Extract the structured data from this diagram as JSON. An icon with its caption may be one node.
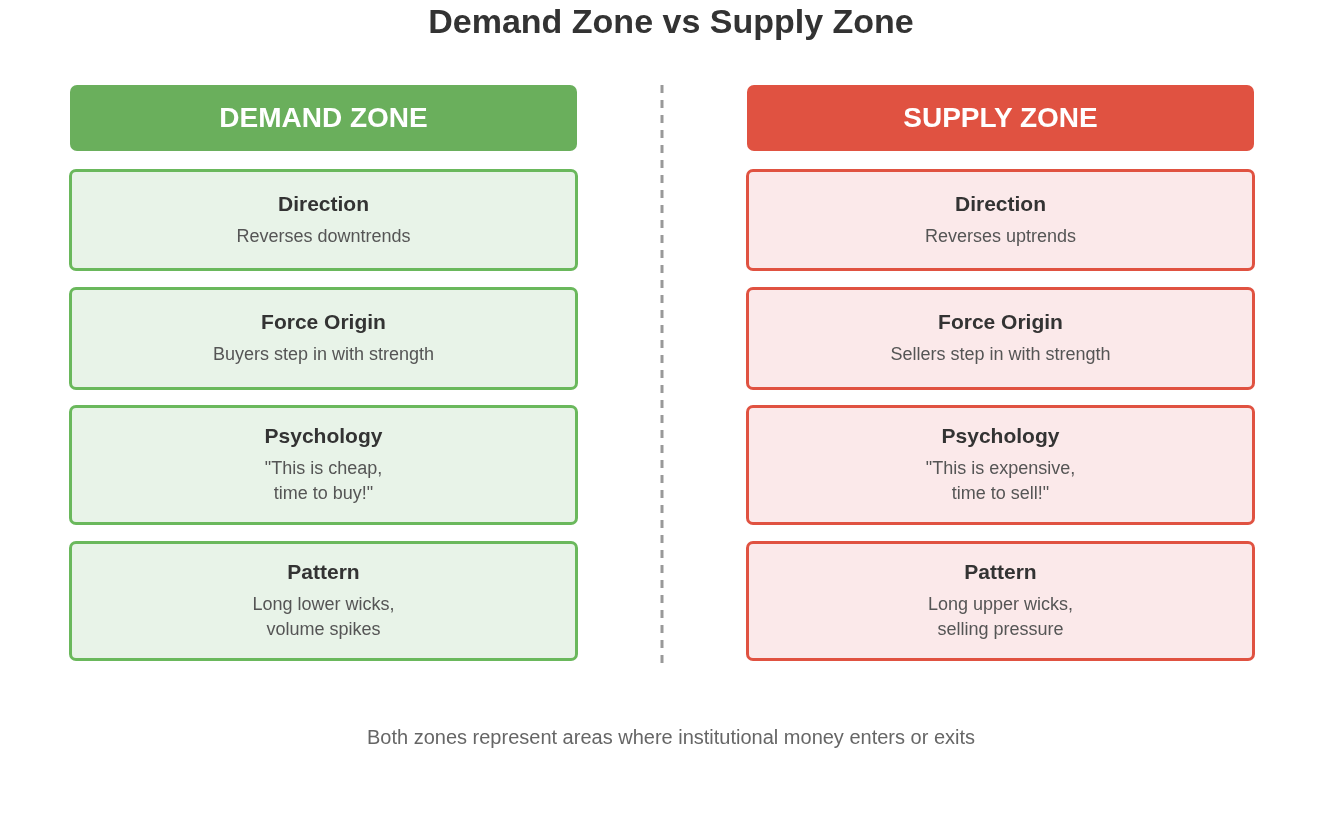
{
  "diagram": {
    "title": "Demand Zone vs Supply Zone",
    "nodes": [
      {
        "text": [
          "DEMAND ZONE"
        ]
      },
      {
        "text": [
          "Direction",
          "Reverses downtrends"
        ]
      },
      {
        "text": [
          "Force Origin",
          "Buyers step in with strength"
        ]
      },
      {
        "text": [
          "Psychology",
          "\"This is cheap, time to buy!\""
        ]
      },
      {
        "text": [
          "Pattern",
          "Long lower wicks, volume spikes"
        ]
      },
      {
        "text": [
          "SUPPLY ZONE"
        ]
      },
      {
        "text": [
          "Direction",
          "Reverses uptrends"
        ]
      },
      {
        "text": [
          "Force Origin",
          "Sellers step in with strength"
        ]
      },
      {
        "text": [
          "Psychology",
          "\"This is expensive, time to sell!\""
        ]
      },
      {
        "text": [
          "Pattern",
          "Long upper wicks, selling pressure"
        ]
      }
    ],
    "edges": [],
    "caption": "Both zones represent areas where institutional money enters or exits"
  }
}
